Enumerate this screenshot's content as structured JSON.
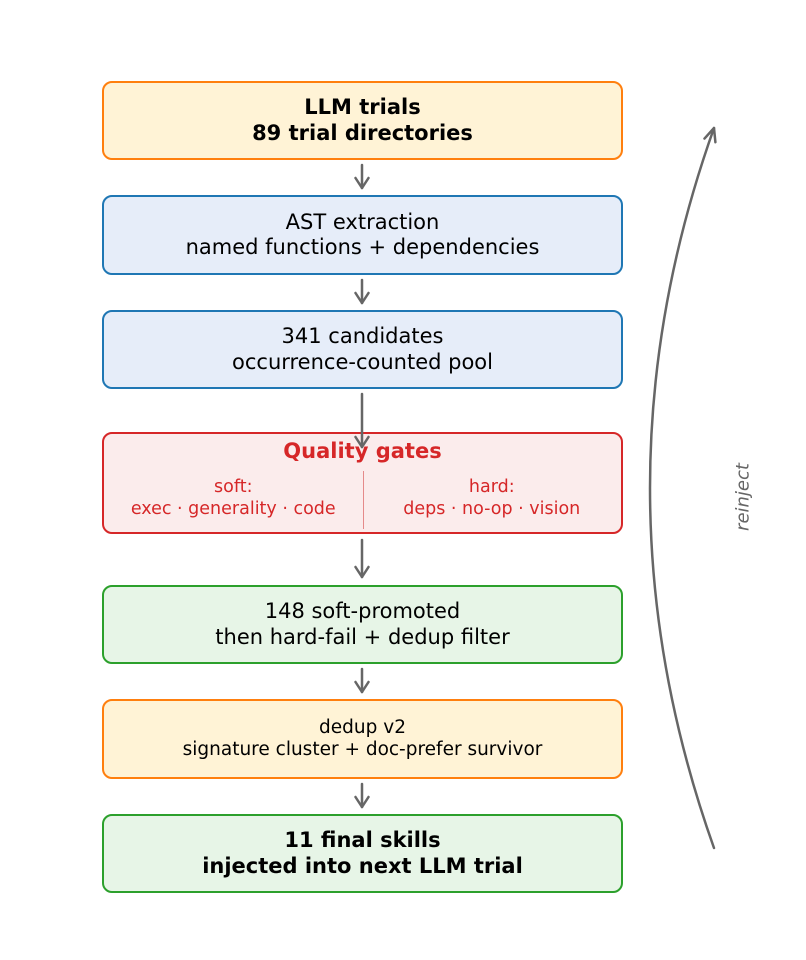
{
  "nodes": {
    "llm_trials": {
      "line1": "LLM trials",
      "line2": "89 trial directories"
    },
    "ast_extraction": {
      "line1": "AST extraction",
      "line2": "named functions + dependencies"
    },
    "candidates": {
      "line1": "341 candidates",
      "line2": "occurrence-counted pool"
    },
    "quality_gates": {
      "title": "Quality gates",
      "soft_label": "soft:",
      "soft_items": "exec · generality · code",
      "hard_label": "hard:",
      "hard_items": "deps · no-op · vision"
    },
    "soft_promoted": {
      "line1": "148 soft-promoted",
      "line2": "then hard-fail + dedup filter"
    },
    "dedup_v2": {
      "line1": "dedup v2",
      "line2": "signature cluster + doc-prefer survivor"
    },
    "final_skills": {
      "line1": "11 final skills",
      "line2": "injected into next LLM trial"
    }
  },
  "feedback": {
    "label": "reinject"
  },
  "colors": {
    "orange_border": "#ff7f0e",
    "orange_fill": "#fff3d6",
    "blue_border": "#1f77b4",
    "blue_fill": "#e6edf9",
    "red_border": "#d62728",
    "red_fill": "#fbecec",
    "green_border": "#2ca02c",
    "green_fill": "#e7f5e7",
    "arrow": "#666666"
  }
}
